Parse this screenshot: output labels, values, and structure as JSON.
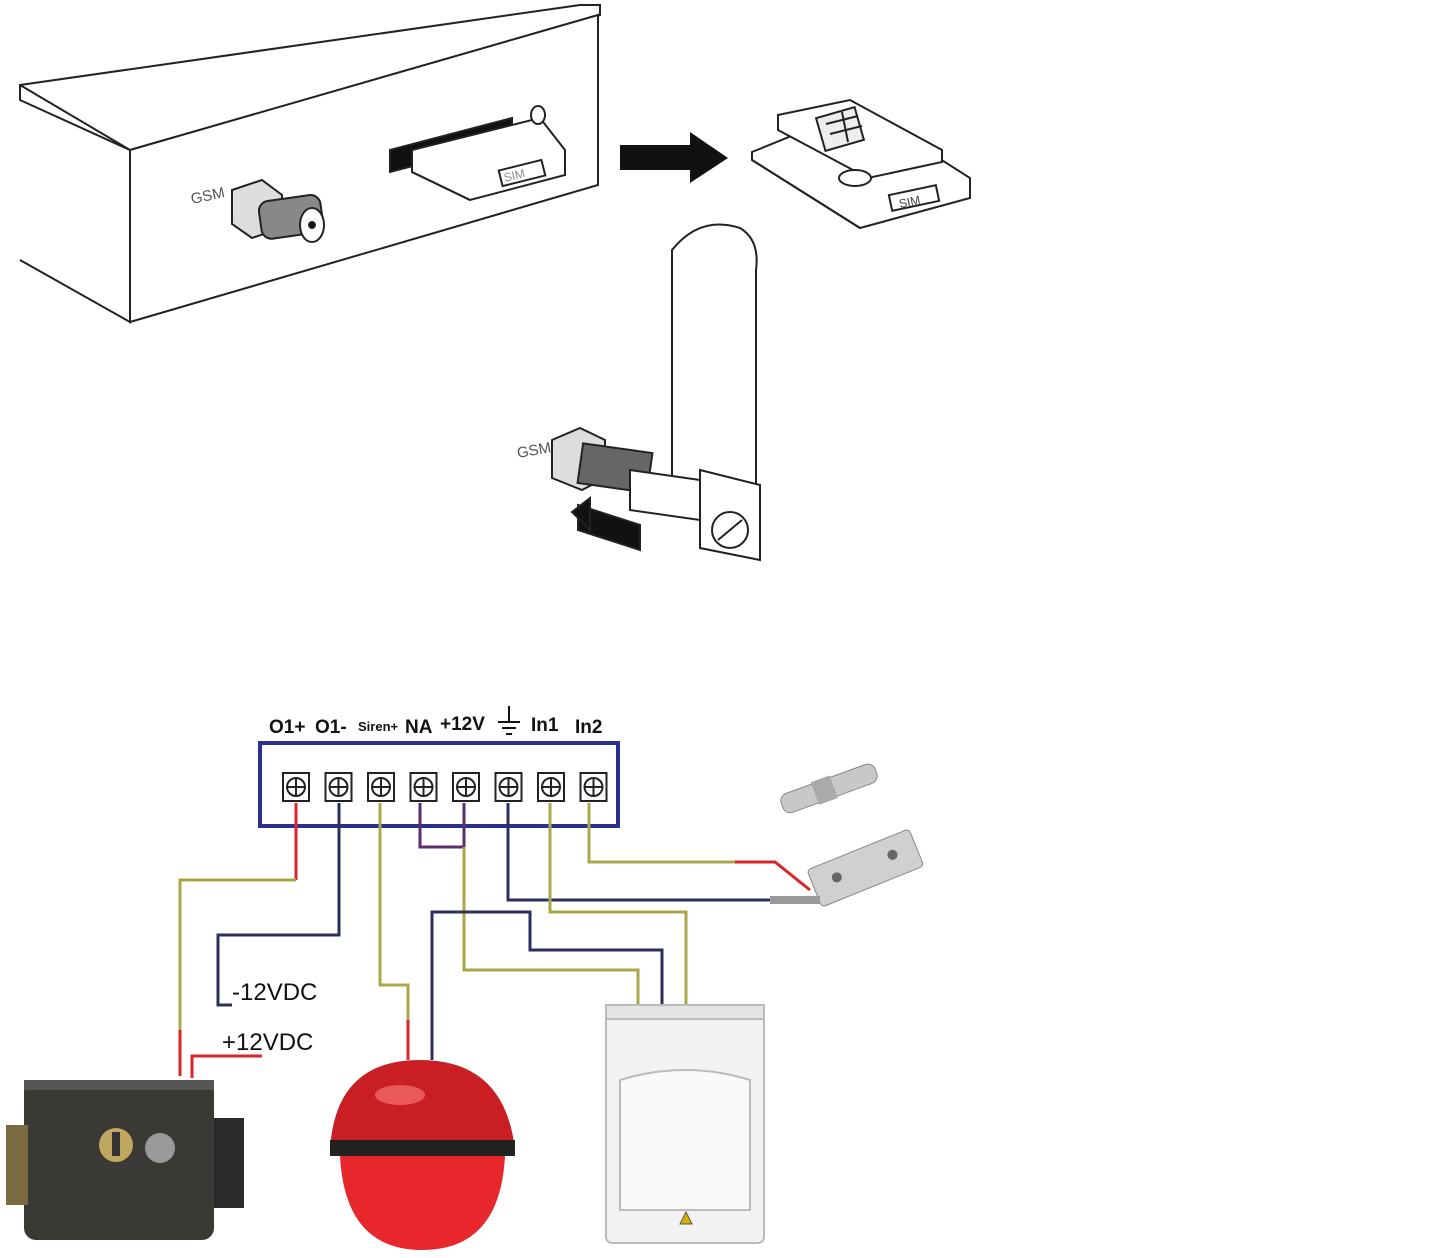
{
  "top_illustration": {
    "gsm_label_1": "GSM",
    "gsm_label_2": "GSM",
    "slot_tag": "SIM",
    "card_tag": "SIM"
  },
  "terminal_block": {
    "terminals": [
      "O1+",
      "O1-",
      "Siren+",
      "NA",
      "+12V",
      "",
      "In1",
      "In2"
    ],
    "ground_symbol": "ground-icon",
    "frame_color": "#2b2f8f"
  },
  "wiring": {
    "colors": {
      "red": "#d8262b",
      "dark": "#2c2f5e",
      "yellow": "#a8a84a",
      "purple": "#5a2d6e"
    }
  },
  "devices": {
    "minus_12vdc": "-12VDC",
    "plus_12vdc": "+12VDC",
    "items": [
      "electric-lock",
      "siren",
      "pir-motion-sensor",
      "magnetic-door-contact"
    ]
  }
}
